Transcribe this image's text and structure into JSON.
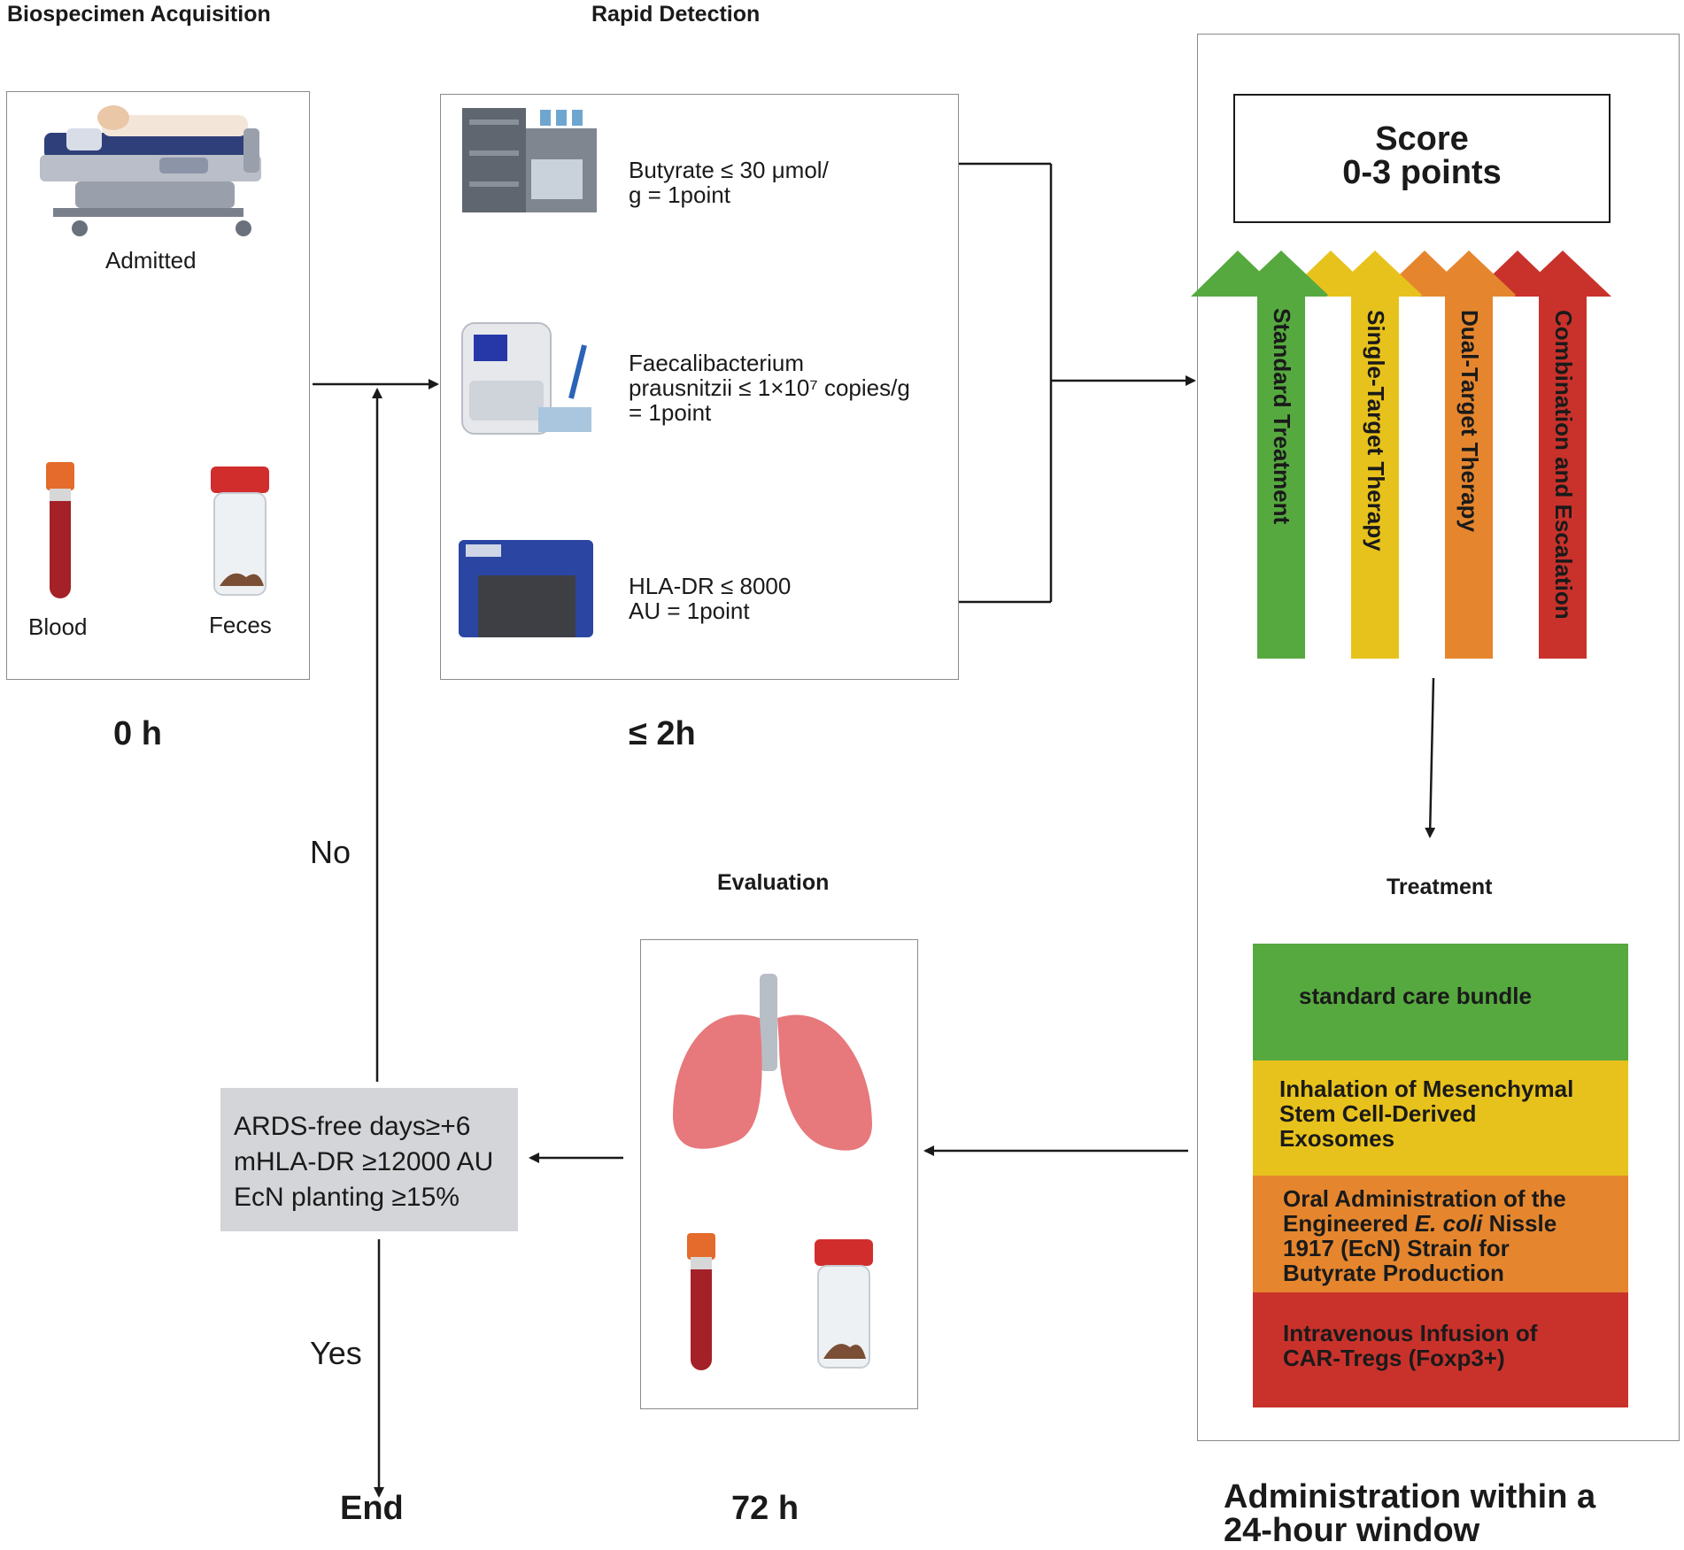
{
  "headings": {
    "acquisition": "Biospecimen Acquisition",
    "detection": "Rapid Detection",
    "evaluation": "Evaluation",
    "treatment": "Treatment",
    "administration_line1": "Administration within a",
    "administration_line2": "24-hour window"
  },
  "times": {
    "t0": "0 h",
    "t2": "≤ 2h",
    "t72": "72 h"
  },
  "acquisition": {
    "admitted": "Admitted",
    "blood": "Blood",
    "feces": "Feces"
  },
  "detection": {
    "butyrate": [
      "Butyrate ≤  30 μmol/",
      "g = 1point"
    ],
    "faecali": [
      "Faecalibacterium",
      "prausnitzii ≤ 1×10⁷ copies/g",
      "= 1point"
    ],
    "hla": [
      "HLA-DR ≤  8000",
      "AU = 1point"
    ]
  },
  "score": {
    "line1": "Score",
    "line2": "0-3 points"
  },
  "arrows": [
    {
      "label": "Standard Treatment",
      "color": "#56a93f"
    },
    {
      "label": "Single-Target Therapy",
      "color": "#e8c21c"
    },
    {
      "label": "Dual-Target Therapy",
      "color": "#e5862e"
    },
    {
      "label": "Combination and Escalation",
      "color": "#c9322b"
    }
  ],
  "treatments": [
    {
      "lines": [
        "standard care bundle"
      ],
      "color": "#56a93f"
    },
    {
      "lines": [
        "Inhalation of Mesenchymal",
        "Stem Cell-Derived",
        "Exosomes"
      ],
      "color": "#e8c21c"
    },
    {
      "lines": [
        "Oral Administration of the",
        "Engineered E. coli Nissle",
        "1917 (EcN) Strain for",
        "Butyrate Production"
      ],
      "color": "#e5862e"
    },
    {
      "lines": [
        "Intravenous Infusion of",
        "CAR-Tregs (Foxp3+)"
      ],
      "color": "#c9322b"
    }
  ],
  "criteria": [
    "ARDS-free days≥+6",
    "mHLA-DR ≥12000 AU",
    "EcN planting ≥15%"
  ],
  "flow": {
    "no": "No",
    "yes": "Yes",
    "end": "End"
  }
}
